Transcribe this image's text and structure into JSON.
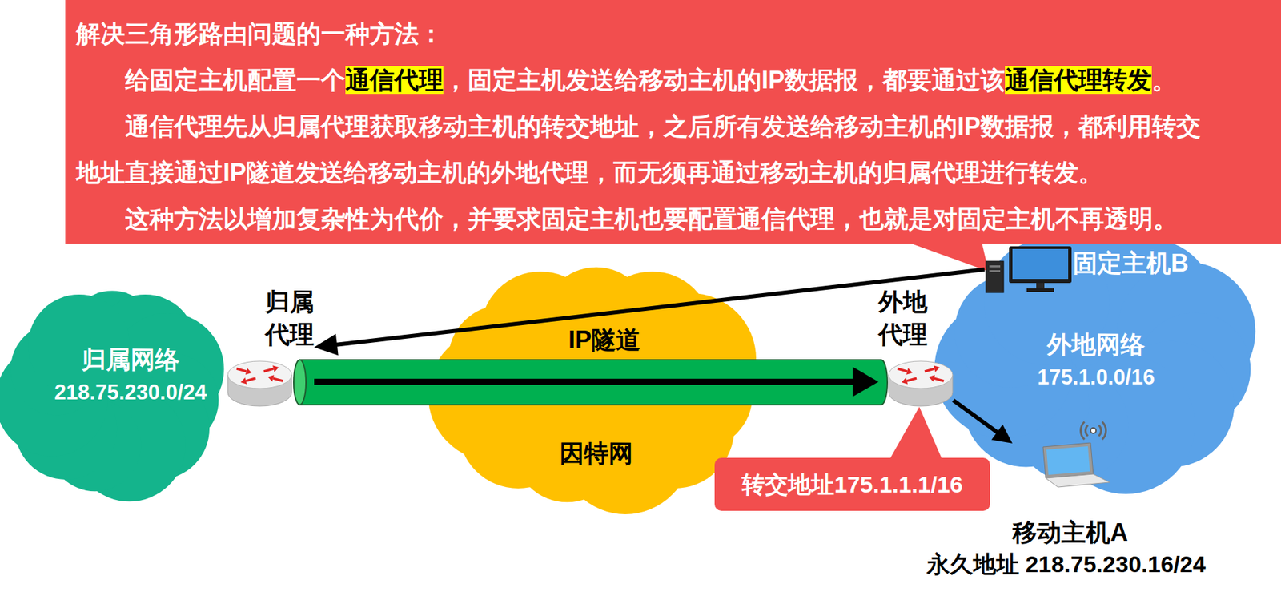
{
  "diagram": {
    "nodes": [
      {
        "text": [
          "解决三角形路由问题的一种方法：",
          "给固定主机配置一个通信代理，固定主机发送给移动主机的IP数据报，都要通过该通信代理转发。",
          "通信代理先从归属代理获取移动主机的转交地址，之后所有发送给移动主机的IP数据报，都利用转交地址直接通过IP隧道发送给移动主机的外地代理，而无须再通过移动主机的归属代理进行转发。",
          "这种方法以增加复杂性为代价，并要求固定主机也要配置通信代理，也就是对固定主机不再透明。"
        ]
      },
      {
        "text": [
          "归属网络",
          "218.75.230.0/24"
        ]
      },
      {
        "text": [
          "归属代理"
        ]
      },
      {
        "text": [
          "因特网"
        ]
      },
      {
        "text": [
          "外地代理"
        ]
      },
      {
        "text": [
          "外地网络",
          "175.1.0.0/16"
        ]
      },
      {
        "text": [
          "固定主机B"
        ],
        "in": 5
      },
      {
        "text": [
          "转交地址175.1.1.1/16"
        ]
      },
      {
        "text": [
          "移动主机A"
        ]
      }
    ],
    "edges": [
      {
        "from": 6,
        "to": 2,
        "arrow": "to"
      },
      {
        "from": 2,
        "to": 4,
        "arrow": "to",
        "label": "IP隧道"
      },
      {
        "from": 4,
        "to": 8,
        "arrow": "to"
      }
    ],
    "labels": [
      "永久地址 218.75.230.16/24"
    ]
  }
}
